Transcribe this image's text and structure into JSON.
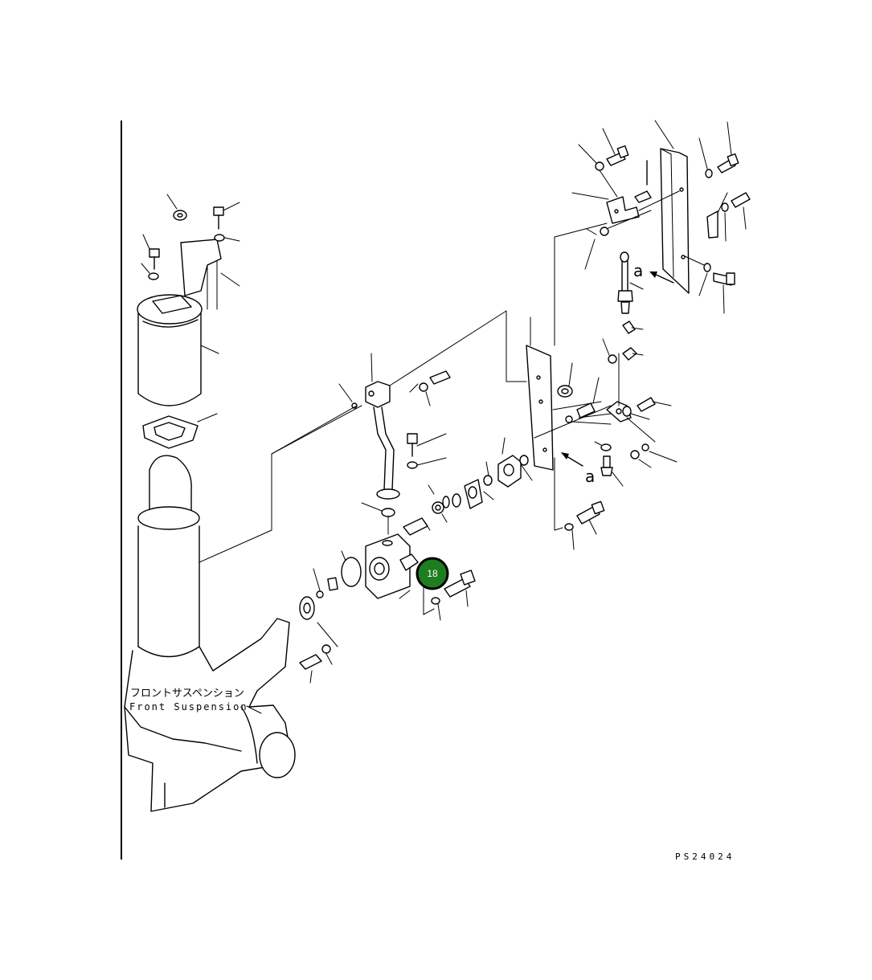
{
  "diagram": {
    "part_label_jp": "フロントサスペンション",
    "part_label_en": "Front Suspension",
    "view_marker_top": "a",
    "view_marker_mid": "a",
    "drawing_code": "PS24024",
    "callout": {
      "number": "18",
      "color": "#1e7d1e"
    }
  }
}
